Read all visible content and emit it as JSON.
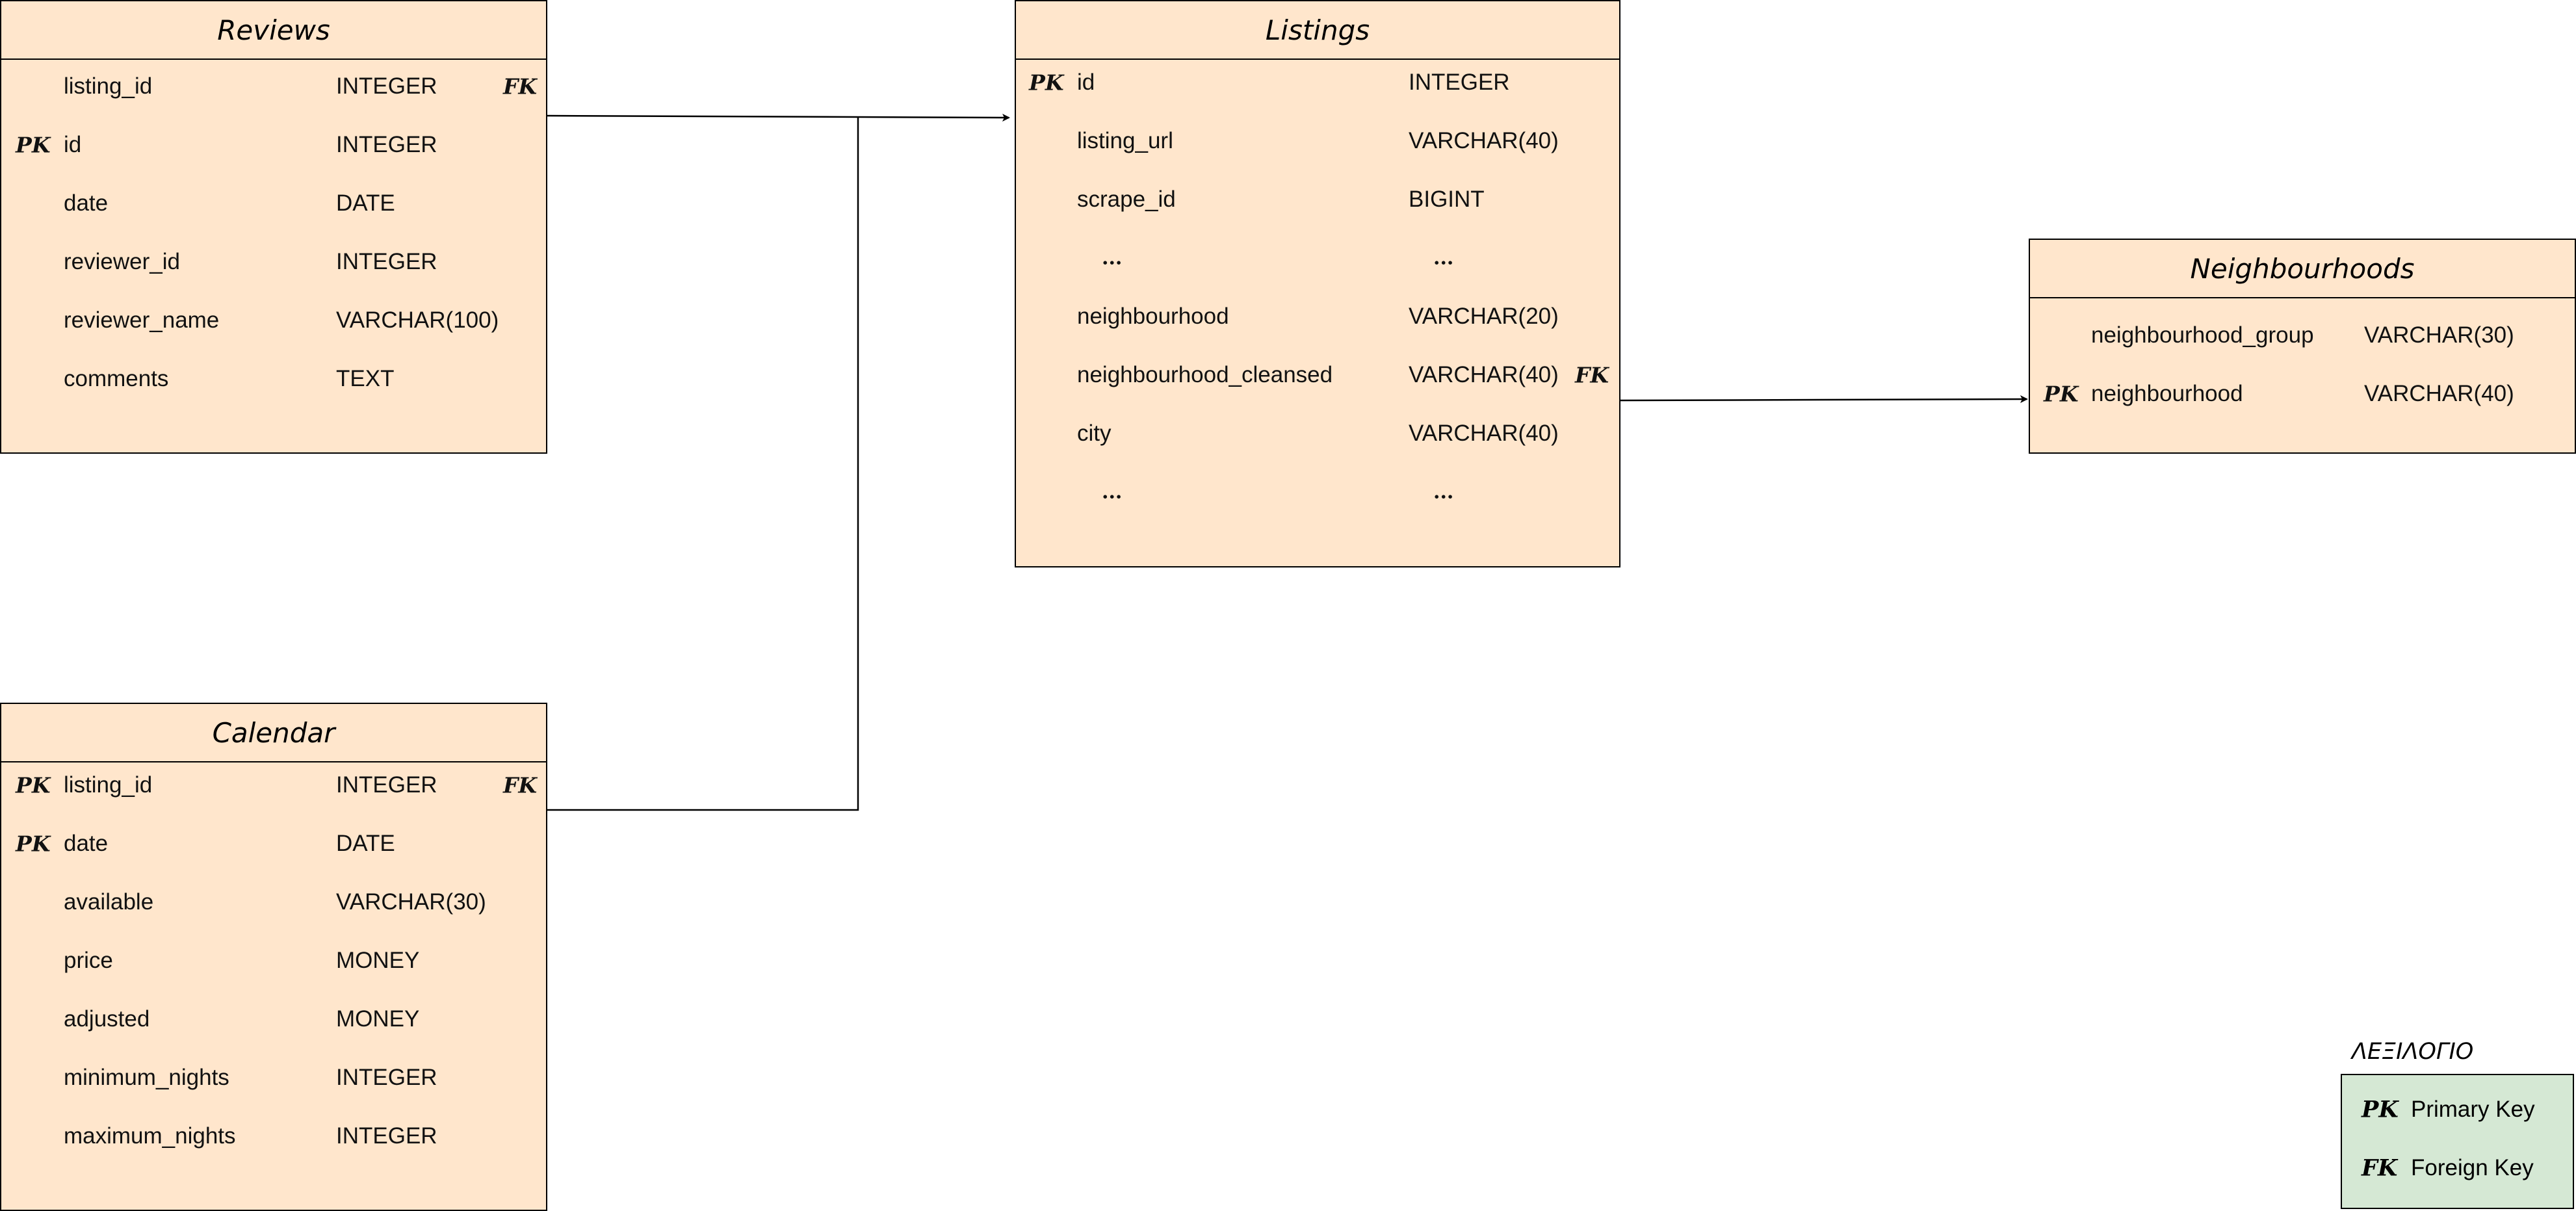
{
  "entities": {
    "reviews": {
      "title": "Reviews",
      "rows": [
        {
          "key": "",
          "name": "listing_id",
          "type": "INTEGER",
          "fk": "FK"
        },
        {
          "key": "PK",
          "name": "id",
          "type": "INTEGER",
          "fk": ""
        },
        {
          "key": "",
          "name": "date",
          "type": "DATE",
          "fk": ""
        },
        {
          "key": "",
          "name": "reviewer_id",
          "type": "INTEGER",
          "fk": ""
        },
        {
          "key": "",
          "name": "reviewer_name",
          "type": "VARCHAR(100)",
          "fk": ""
        },
        {
          "key": "",
          "name": "comments",
          "type": "TEXT",
          "fk": ""
        }
      ]
    },
    "listings": {
      "title": "Listings",
      "rows": [
        {
          "key": "PK",
          "name": "id",
          "type": "INTEGER",
          "fk": ""
        },
        {
          "key": "",
          "name": "listing_url",
          "type": "VARCHAR(40)",
          "fk": ""
        },
        {
          "key": "",
          "name": "scrape_id",
          "type": "BIGINT",
          "fk": ""
        },
        {
          "key": "",
          "name": "...",
          "type": "...",
          "fk": ""
        },
        {
          "key": "",
          "name": "neighbourhood",
          "type": "VARCHAR(20)",
          "fk": ""
        },
        {
          "key": "",
          "name": "neighbourhood_cleansed",
          "type": "VARCHAR(40)",
          "fk": "FK"
        },
        {
          "key": "",
          "name": "city",
          "type": "VARCHAR(40)",
          "fk": ""
        },
        {
          "key": "",
          "name": "...",
          "type": "...",
          "fk": ""
        }
      ]
    },
    "neighbourhoods": {
      "title": "Neighbourhoods",
      "rows": [
        {
          "key": "",
          "name": "neighbourhood_group",
          "type": "VARCHAR(30)",
          "fk": ""
        },
        {
          "key": "PK",
          "name": "neighbourhood",
          "type": "VARCHAR(40)",
          "fk": ""
        }
      ]
    },
    "calendar": {
      "title": "Calendar",
      "rows": [
        {
          "key": "PK",
          "name": "listing_id",
          "type": "INTEGER",
          "fk": "FK"
        },
        {
          "key": "PK",
          "name": "date",
          "type": "DATE",
          "fk": ""
        },
        {
          "key": "",
          "name": "available",
          "type": "VARCHAR(30)",
          "fk": ""
        },
        {
          "key": "",
          "name": "price",
          "type": "MONEY",
          "fk": ""
        },
        {
          "key": "",
          "name": "adjusted",
          "type": "MONEY",
          "fk": ""
        },
        {
          "key": "",
          "name": "minimum_nights",
          "type": "INTEGER",
          "fk": ""
        },
        {
          "key": "",
          "name": "maximum_nights",
          "type": "INTEGER",
          "fk": ""
        }
      ]
    }
  },
  "legend": {
    "title": "ΛΕΞΙΛΟΓΙΟ",
    "items": [
      {
        "key": "PK",
        "label": "Primary Key"
      },
      {
        "key": "FK",
        "label": "Foreign Key"
      }
    ]
  },
  "colors": {
    "entity_fill": "#ffe6cc",
    "legend_fill": "#d5e8d4",
    "line": "#000000"
  }
}
